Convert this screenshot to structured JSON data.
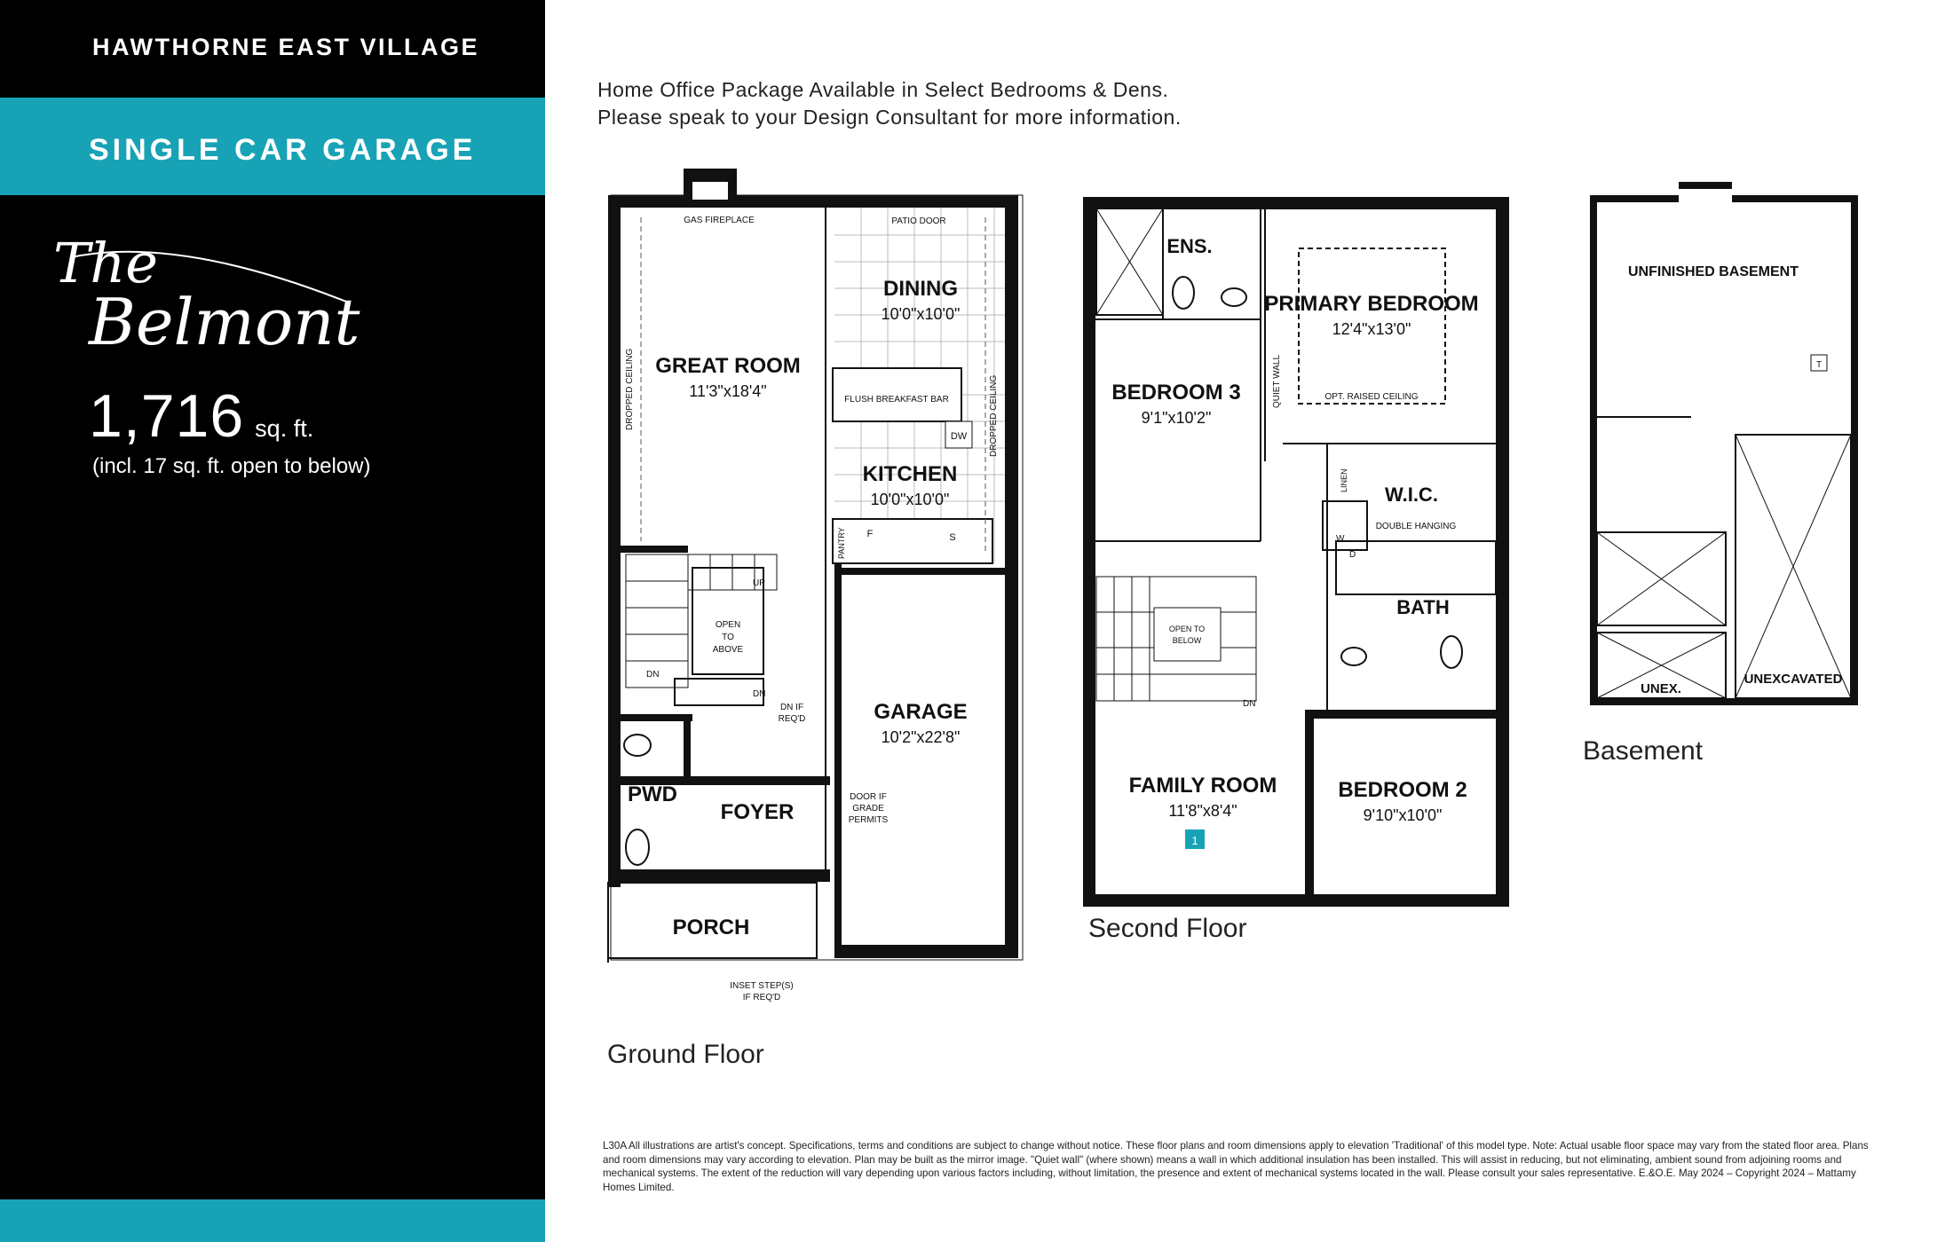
{
  "sidebar": {
    "community": "HAWTHORNE EAST VILLAGE",
    "garage_type": "SINGLE CAR GARAGE",
    "model_name_line1": "The",
    "model_name_line2": "Belmont",
    "sqft_value": "1,716",
    "sqft_unit": "sq. ft.",
    "sqft_note": "(incl. 17 sq. ft. open to below)",
    "accent_color": "#17a3b5"
  },
  "promo": {
    "line1": "Home Office Package Available in Select Bedrooms & Dens.",
    "line2": "Please speak to your Design Consultant for more information."
  },
  "ground_floor": {
    "caption": "Ground Floor",
    "labels": {
      "gas_fireplace": "GAS FIREPLACE",
      "patio_door": "PATIO DOOR",
      "dining": "DINING",
      "dining_dim": "10'0\"x10'0\"",
      "great_room": "GREAT ROOM",
      "great_room_dim": "11'3\"x18'4\"",
      "dropped_ceiling_left": "DROPPED CEILING",
      "dropped_ceiling_right": "DROPPED CEILING",
      "breakfast_bar": "FLUSH BREAKFAST BAR",
      "dw": "DW",
      "kitchen": "KITCHEN",
      "kitchen_dim": "10'0\"x10'0\"",
      "pantry": "PANTRY",
      "fridge": "F",
      "stove": "S",
      "up": "UP",
      "open_to_above_1": "OPEN",
      "open_to_above_2": "TO",
      "open_to_above_3": "ABOVE",
      "dn1": "DN",
      "dn2": "DN",
      "dn_if_reqd_1": "DN IF",
      "dn_if_reqd_2": "REQ'D",
      "garage": "GARAGE",
      "garage_dim": "10'2\"x22'8\"",
      "door_if_1": "DOOR IF",
      "door_if_2": "GRADE",
      "door_if_3": "PERMITS",
      "pwd": "PWD",
      "foyer": "FOYER",
      "porch": "PORCH",
      "inset_steps_1": "INSET STEP(S)",
      "inset_steps_2": "IF REQ'D"
    }
  },
  "second_floor": {
    "caption": "Second Floor",
    "labels": {
      "ens": "ENS.",
      "primary_bedroom": "PRIMARY BEDROOM",
      "primary_dim": "12'4\"x13'0\"",
      "opt_raised": "OPT. RAISED CEILING",
      "quiet_wall": "QUIET WALL",
      "bedroom3": "BEDROOM 3",
      "bedroom3_dim": "9'1\"x10'2\"",
      "linen": "LINEN",
      "wic": "W.I.C.",
      "double_hanging": "DOUBLE HANGING",
      "washer": "W",
      "dryer": "D",
      "bath": "BATH",
      "open_below_1": "OPEN TO",
      "open_below_2": "BELOW",
      "dn": "DN",
      "family_room": "FAMILY ROOM",
      "family_dim": "11'8\"x8'4\"",
      "badge": "1",
      "bedroom2": "BEDROOM 2",
      "bedroom2_dim": "9'10\"x10'0\""
    }
  },
  "basement": {
    "caption": "Basement",
    "labels": {
      "unfinished": "UNFINISHED BASEMENT",
      "unex": "UNEX.",
      "unexcavated": "UNEXCAVATED",
      "tank": "T"
    }
  },
  "disclaimer": "L30A All illustrations are artist's concept. Specifications, terms and conditions are subject to change without notice. These floor plans and room dimensions apply to elevation 'Traditional' of this model type. Note: Actual usable floor space may vary from the stated floor area. Plans and room dimensions may vary according to elevation. Plan may be built as the mirror image. \"Quiet wall\" (where shown) means a wall in which additional insulation has been installed. This will assist in reducing, but not eliminating, ambient sound from adjoining rooms and mechanical systems. The extent of the reduction will vary depending upon various factors including, without limitation, the presence and extent of mechanical systems located in the wall. Please consult your sales representative. E.&O.E. May 2024 – Copyright 2024 – Mattamy Homes Limited."
}
